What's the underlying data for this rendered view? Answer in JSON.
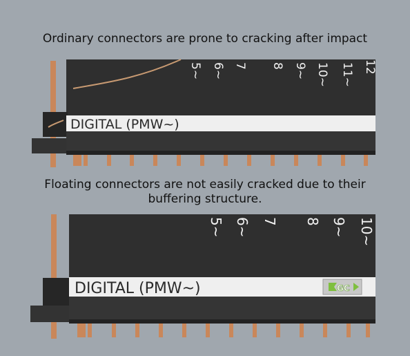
{
  "captions": {
    "top": "Ordinary connectors are prone to cracking after impact",
    "bottom_line1": "Floating connectors are not easily cracked due to their",
    "bottom_line2": "buffering structure."
  },
  "connector_top": {
    "strip_label": "DIGITAL (PMW~)",
    "pin_labels": [
      "5~",
      "6~",
      "7",
      "8",
      "9~",
      "10~",
      "11~",
      "12"
    ]
  },
  "connector_bottom": {
    "strip_label": "DIGITAL (PMW~)",
    "pin_labels": [
      "5~",
      "6~",
      "7",
      "8",
      "9~",
      "10~"
    ],
    "logo_text": "GC"
  },
  "colors": {
    "background": "#a0a7ae",
    "board": "#2f2f2f",
    "strip": "#efefef",
    "pin": "#c9875a",
    "crack": "#c89a72"
  }
}
